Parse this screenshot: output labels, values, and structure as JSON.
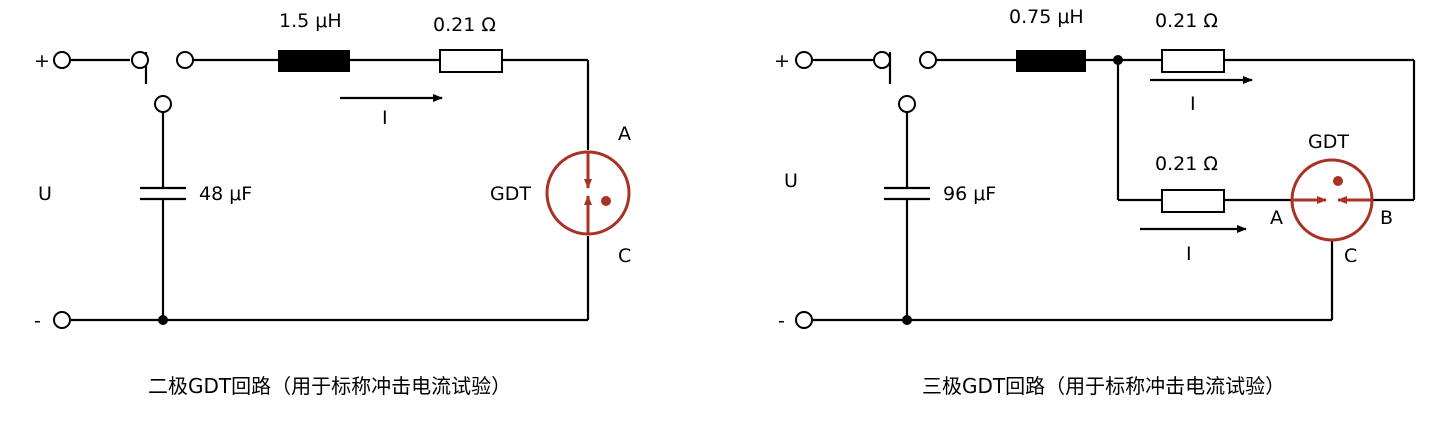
{
  "left": {
    "plus": "+",
    "minus": "-",
    "u": "U",
    "inductor": "1.5 μH",
    "resistor": "0.21 Ω",
    "current": "I",
    "gdt": "GDT",
    "anode": "A",
    "cathode": "C",
    "capacitor": "48 μF",
    "caption": "二极GDT回路（用于标称冲击电流试验）"
  },
  "right": {
    "plus": "+",
    "minus": "-",
    "u": "U",
    "inductor": "0.75 μH",
    "resistor_top": "0.21 Ω",
    "resistor_bottom": "0.21 Ω",
    "current_top": "I",
    "current_bottom": "I",
    "gdt": "GDT",
    "a": "A",
    "b": "B",
    "c": "C",
    "capacitor": "96 μF",
    "caption": "三极GDT回路（用于标称冲击电流试验）"
  },
  "colors": {
    "gdt": "#a93226",
    "wire": "#000000"
  }
}
